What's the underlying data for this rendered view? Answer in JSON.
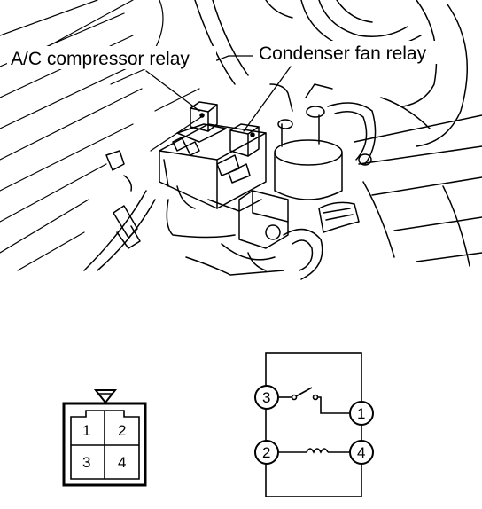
{
  "labels": {
    "ac_relay": "A/C compressor relay",
    "condenser_relay": "Condenser fan relay"
  },
  "connector": {
    "cells": [
      "1",
      "2",
      "3",
      "4"
    ]
  },
  "schematic": {
    "terminals": [
      "3",
      "1",
      "2",
      "4"
    ]
  }
}
